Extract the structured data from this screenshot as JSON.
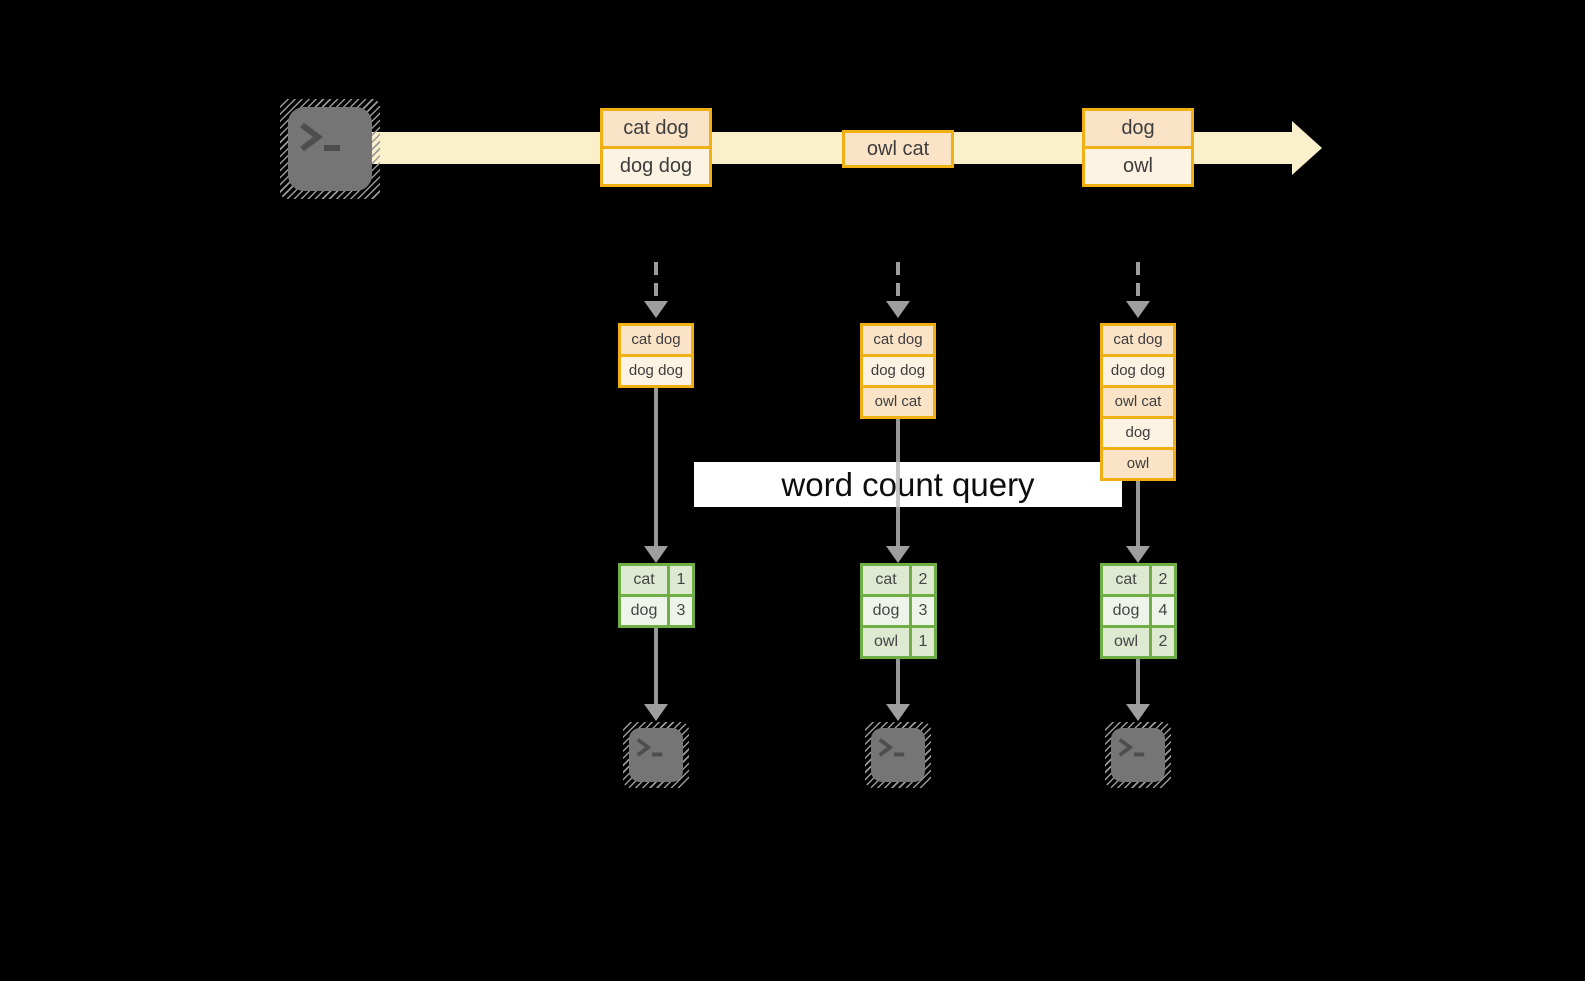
{
  "icons": {
    "source": "terminal-icon",
    "sinks": [
      "terminal-icon",
      "terminal-icon",
      "terminal-icon"
    ],
    "stream_arrowhead": "arrow-right-icon"
  },
  "stream": {
    "events": [
      [
        "cat dog",
        "dog dog"
      ],
      [
        "owl cat"
      ],
      [
        "dog",
        "owl"
      ]
    ]
  },
  "query": {
    "label": "word count query"
  },
  "columns": [
    {
      "buffer": [
        "cat dog",
        "dog dog"
      ],
      "counts": [
        [
          "cat",
          "1"
        ],
        [
          "dog",
          "3"
        ]
      ]
    },
    {
      "buffer": [
        "cat dog",
        "dog dog",
        "owl cat"
      ],
      "counts": [
        [
          "cat",
          "2"
        ],
        [
          "dog",
          "3"
        ],
        [
          "owl",
          "1"
        ]
      ]
    },
    {
      "buffer": [
        "cat dog",
        "dog dog",
        "owl cat",
        "dog",
        "owl"
      ],
      "counts": [
        [
          "cat",
          "2"
        ],
        [
          "dog",
          "4"
        ],
        [
          "owl",
          "2"
        ]
      ]
    }
  ],
  "colors": {
    "background": "#000000",
    "stream_band": "#FAF0CB",
    "box_border": "#F0B014",
    "box_fill_dark": "#FAE3C6",
    "box_fill_light": "#FDF3E3",
    "table_border": "#6FAE45",
    "table_fill_dark": "#DEE9D2",
    "table_fill_light": "#EFF4EB",
    "arrow_gray": "#9E9E9E",
    "terminal_gray": "#757575",
    "query_band": "#FFFFFF"
  }
}
